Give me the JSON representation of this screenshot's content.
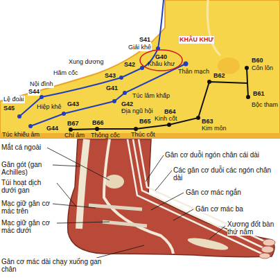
{
  "diagram": {
    "nodes": [
      {
        "text": [
          "G40",
          "Khâu khư"
        ]
      }
    ],
    "labels": [
      "S41",
      "Giải khê",
      "KHÂU KHƯ",
      "Xung dương",
      "S42",
      "Hãm cốc",
      "S43",
      "Nội đình",
      "S44",
      "Lệ đoài",
      "S45",
      "G41",
      "Túc lâm khấp",
      "G42",
      "Địa ngũ hội",
      "G43",
      "Hiệp khê",
      "B60",
      "Côn lôn",
      "Thân mạch",
      "B62",
      "B61",
      "Bộc tham",
      "B64",
      "Kinh cốt",
      "B63",
      "Kim môn",
      "B65",
      "Thúc cốt",
      "G44",
      "Túc khiếu âm",
      "B67",
      "Chí âm",
      "B66",
      "Thông cốc",
      "Mắt cá ngoài",
      "Gân gót (gan Achilles)",
      "Túi hoạt dịch dưới gan",
      "Mạc giữ gân cơ mác trên",
      "Mạc giữ gân cơ mác dưới",
      "Gân cơ mác dài chạy xuống gan chân",
      "Gân cơ duỗi ngón chân cái dài",
      "Các gân cơ duỗi các ngón chân dài",
      "Gân cơ mác ngắn",
      "Gân cơ mác ba",
      "Xương đốt bàn thứ năm"
    ]
  }
}
